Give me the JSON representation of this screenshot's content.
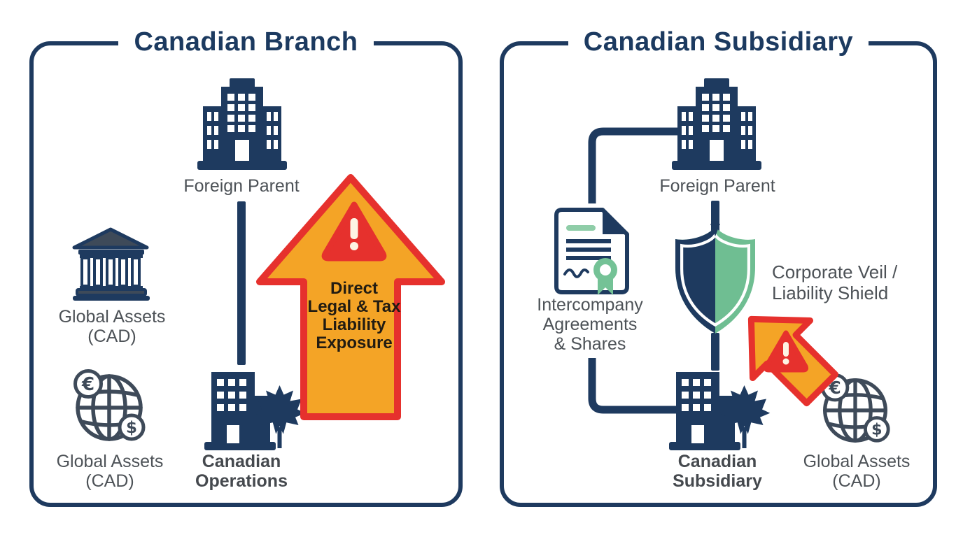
{
  "colors": {
    "navy": "#1e3a5f",
    "slate": "#3e4a59",
    "green": "#6fbe92",
    "green_light": "#8fcda8",
    "orange": "#f4a426",
    "red": "#e6312d",
    "text_gray": "#4d5257",
    "title_navy": "#1c3a60"
  },
  "icons": {
    "euro": "€",
    "dollar": "$"
  },
  "left_panel": {
    "title": "Canadian Branch",
    "foreign_parent": "Foreign Parent",
    "global_assets_bank": "Global Assets\n(CAD)",
    "global_assets_globe": "Global Assets\n(CAD)",
    "operations": "Canadian\nOperations",
    "risk_arrow": "Direct\nLegal & Tax\nLiability\nExposure"
  },
  "right_panel": {
    "title": "Canadian Subsidiary",
    "foreign_parent": "Foreign Parent",
    "agreements": "Intercompany\nAgreements\n& Shares",
    "shield": "Corporate Veil /\nLiability Shield",
    "subsidiary": "Canadian\nSubsidiary",
    "global_assets_globe": "Global Assets\n(CAD)"
  }
}
